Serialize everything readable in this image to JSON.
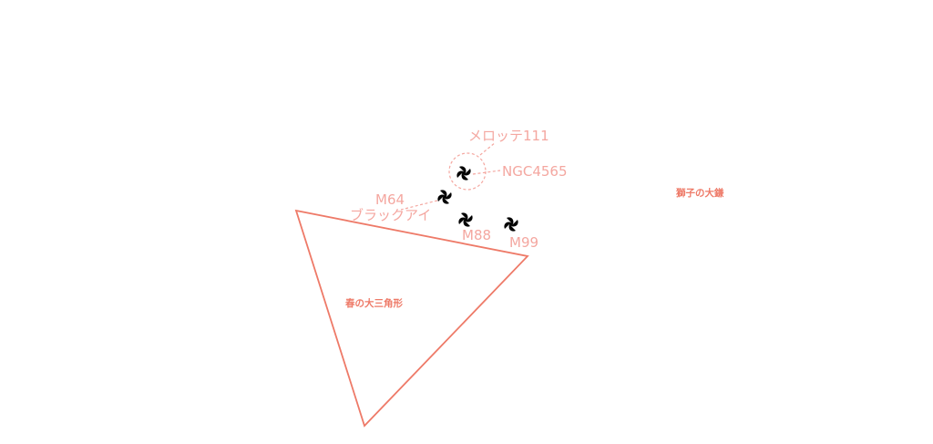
{
  "map": {
    "background": "#ffffff",
    "colors": {
      "asterism": "#ee7a68",
      "object_label": "#f4a7a0"
    },
    "asterisms": {
      "spring_triangle": {
        "label": "春の大三角形"
      },
      "sickle_of_leo": {
        "label": "獅子の大鎌"
      }
    },
    "objects": {
      "melotte111": {
        "label": "メロッテ111",
        "icon": "open-cluster-icon"
      },
      "ngc4565": {
        "label": "NGC4565",
        "icon": "galaxy-icon"
      },
      "m64": {
        "label": "M64",
        "sublabel": "ブラックアイ",
        "icon": "galaxy-icon"
      },
      "m88": {
        "label": "M88",
        "icon": "galaxy-icon"
      },
      "m99": {
        "label": "M99",
        "icon": "galaxy-icon"
      }
    }
  }
}
